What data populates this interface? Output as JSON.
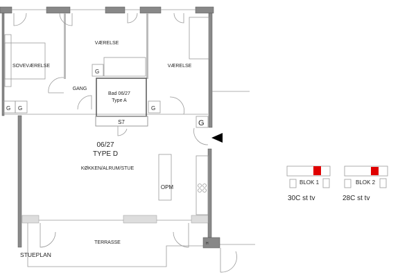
{
  "plan": {
    "unit_number": "06/27",
    "unit_type": "TYPE D",
    "floor_label": "STUEPLAN",
    "rooms": {
      "bedroom": "SOVEVÆRELSE",
      "room1": "VÆRELSE",
      "room2": "VÆRELSE",
      "hall": "GANG",
      "bath_line1": "Bad 06/27",
      "bath_line2": "Type A",
      "storage": "S7",
      "living": "KØKKEN/ALRUM/STUE",
      "storage_opm": "OPM",
      "terrace": "TERRASSE"
    },
    "wardrobe_symbol": "G",
    "wardrobe_large_symbol": "G",
    "h_label": "H"
  },
  "keyplans": [
    {
      "block": "BLOK 1",
      "label": "30C st tv"
    },
    {
      "block": "BLOK 2",
      "label": "28C st tv"
    }
  ],
  "colors": {
    "highlight": "#e00000",
    "wall": "#8a8a8a"
  }
}
